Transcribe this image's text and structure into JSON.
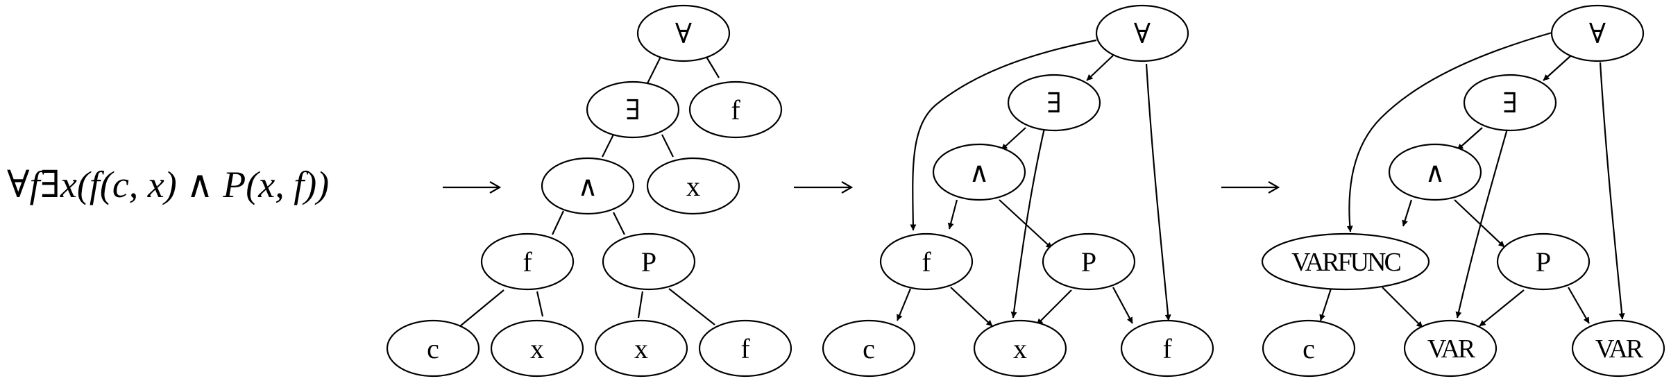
{
  "formula": "∀f∃x(f(c, x) ∧ P(x, f))",
  "tree_parse": {
    "nodes": [
      "∀",
      "∃",
      "f",
      "∧",
      "x",
      "f",
      "P",
      "c",
      "x",
      "x",
      "f"
    ]
  },
  "dag_shared": {
    "nodes": [
      "∀",
      "∃",
      "∧",
      "f",
      "P",
      "c",
      "x",
      "f"
    ]
  },
  "dag_typed": {
    "nodes": [
      "∀",
      "∃",
      "∧",
      "VARFUNC",
      "P",
      "c",
      "VAR",
      "VAR"
    ]
  }
}
